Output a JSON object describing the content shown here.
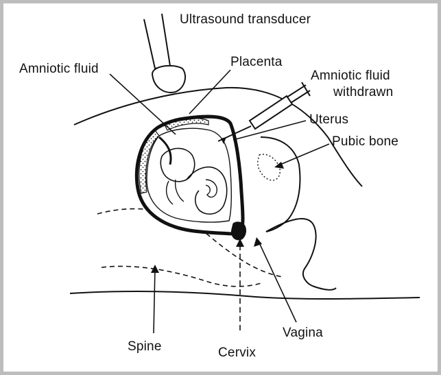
{
  "diagram": {
    "labels": {
      "ultrasound_transducer": "Ultrasound transducer",
      "amniotic_fluid": "Amniotic fluid",
      "placenta": "Placenta",
      "amniotic_fluid_withdrawn_line1": "Amniotic fluid",
      "amniotic_fluid_withdrawn_line2": "withdrawn",
      "uterus": "Uterus",
      "pubic_bone": "Pubic bone",
      "spine": "Spine",
      "cervix": "Cervix",
      "vagina": "Vagina"
    },
    "colors": {
      "ink": "#111111",
      "frame": "#bdbdbd",
      "background": "#ffffff"
    }
  }
}
